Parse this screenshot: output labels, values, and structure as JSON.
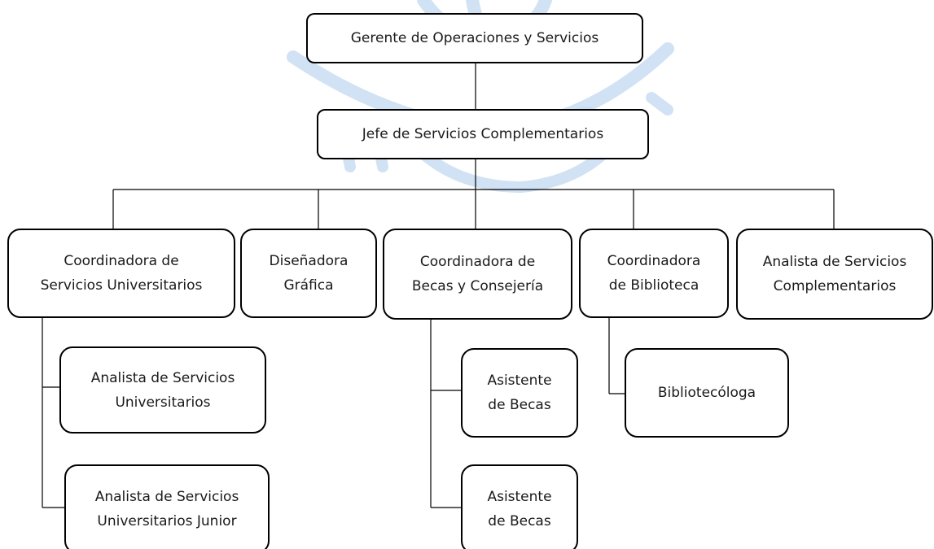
{
  "watermark_color": "#c8ddf2",
  "line_color": "#000000",
  "nodes": {
    "gerente": [
      "Gerente de Operaciones y Servicios"
    ],
    "jefe": [
      "Jefe de Servicios Complementarios"
    ],
    "coord_serv": [
      "Coordinadora de",
      "Servicios Universitarios"
    ],
    "disenadora": [
      "Diseñadora",
      "Gráfica"
    ],
    "coord_becas": [
      "Coordinadora de",
      "Becas y Consejería"
    ],
    "coord_bib": [
      "Coordinadora",
      "de Biblioteca"
    ],
    "analista_comp": [
      "Analista de Servicios",
      "Complementarios"
    ],
    "analista_univ": [
      "Analista de Servicios",
      "Universitarios"
    ],
    "analista_jr": [
      "Analista de Servicios",
      "Universitarios Junior"
    ],
    "asist_1": [
      "Asistente",
      "de Becas"
    ],
    "asist_2": [
      "Asistente",
      "de Becas"
    ],
    "bibliotecologa": [
      "Bibliotecóloga"
    ]
  }
}
